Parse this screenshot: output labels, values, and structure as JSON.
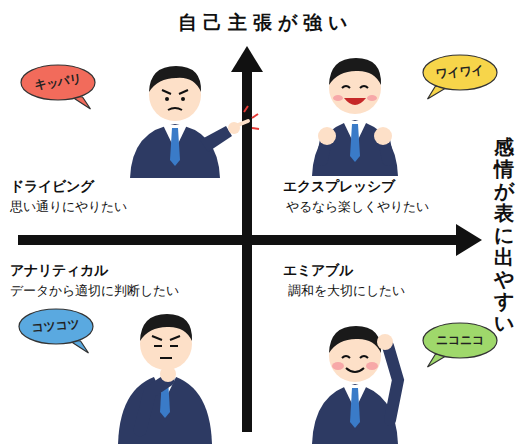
{
  "diagram": {
    "nodes": [
      {
        "text": [
          "キッパリ"
        ]
      },
      {
        "text": [
          "ワイワイ"
        ]
      },
      {
        "text": [
          "コツコツ"
        ]
      },
      {
        "text": [
          "ニコニコ"
        ]
      }
    ],
    "labels": [
      "自己主張が強い",
      "感情が表に出やすい",
      "ドライビング",
      "思い通りにやりたい",
      "エクスプレッシブ",
      "やるなら楽しくやりたい",
      "アナリティカル",
      "データから適切に判断したい",
      "エミアブル",
      "調和を大切にしたい"
    ]
  }
}
